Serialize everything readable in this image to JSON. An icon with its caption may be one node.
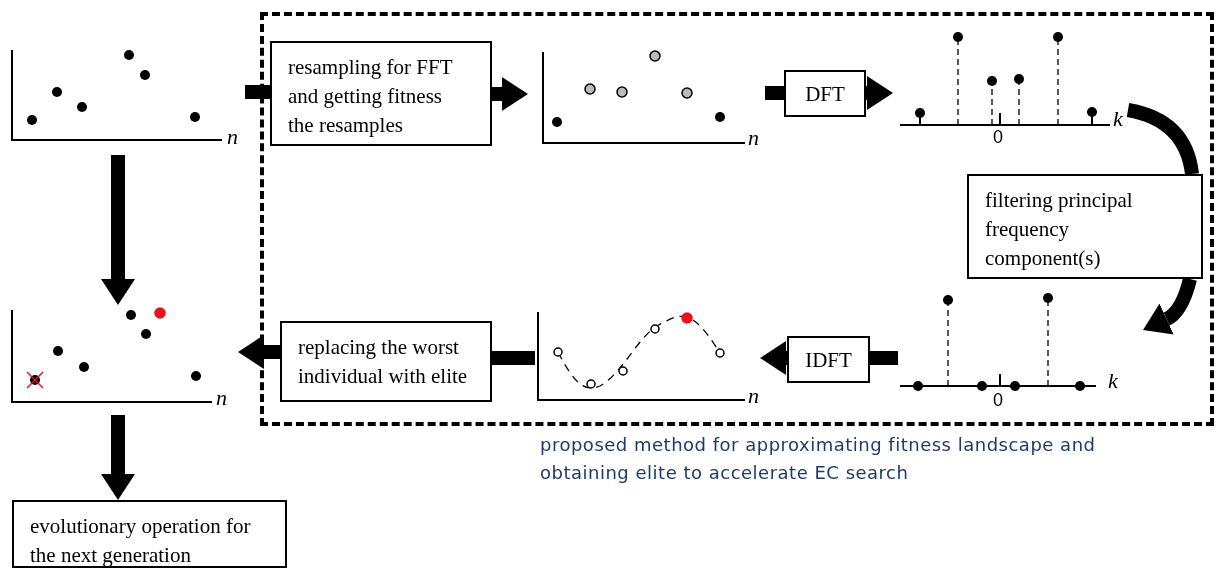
{
  "diagram": {
    "nodes": [
      {
        "text": [
          "proposed method for approximating fitness landscape and obtaining elite to accelerate EC search"
        ]
      },
      {
        "text": [
          "n"
        ]
      },
      {
        "text": [
          "resampling for FFT and getting fitness the resamples"
        ],
        "in": 0
      },
      {
        "text": [
          "n"
        ],
        "in": 0
      },
      {
        "text": [
          "DFT"
        ],
        "in": 0
      },
      {
        "text": [
          "0",
          "k"
        ],
        "in": 0
      },
      {
        "text": [
          "filtering principal frequency component(s)"
        ],
        "in": 0
      },
      {
        "text": [
          "0",
          "k"
        ],
        "in": 0
      },
      {
        "text": [
          "IDFT"
        ],
        "in": 0
      },
      {
        "text": [
          "n"
        ],
        "in": 0
      },
      {
        "text": [
          "replacing the worst individual with elite"
        ],
        "in": 0
      },
      {
        "text": [
          "n"
        ]
      },
      {
        "text": [
          "evolutionary operation for the next generation"
        ]
      }
    ],
    "edges": [
      {
        "from": 1,
        "to": 2,
        "arrow": "none"
      },
      {
        "from": 2,
        "to": 3,
        "arrow": "to"
      },
      {
        "from": 3,
        "to": 4,
        "arrow": "none"
      },
      {
        "from": 4,
        "to": 5,
        "arrow": "to"
      },
      {
        "from": 5,
        "to": 6,
        "arrow": "none"
      },
      {
        "from": 6,
        "to": 7,
        "arrow": "to"
      },
      {
        "from": 7,
        "to": 8,
        "arrow": "none"
      },
      {
        "from": 8,
        "to": 9,
        "arrow": "to"
      },
      {
        "from": 9,
        "to": 10,
        "arrow": "none"
      },
      {
        "from": 10,
        "to": 11,
        "arrow": "to"
      },
      {
        "from": 1,
        "to": 11,
        "arrow": "to"
      },
      {
        "from": 11,
        "to": 12,
        "arrow": "to"
      }
    ]
  }
}
